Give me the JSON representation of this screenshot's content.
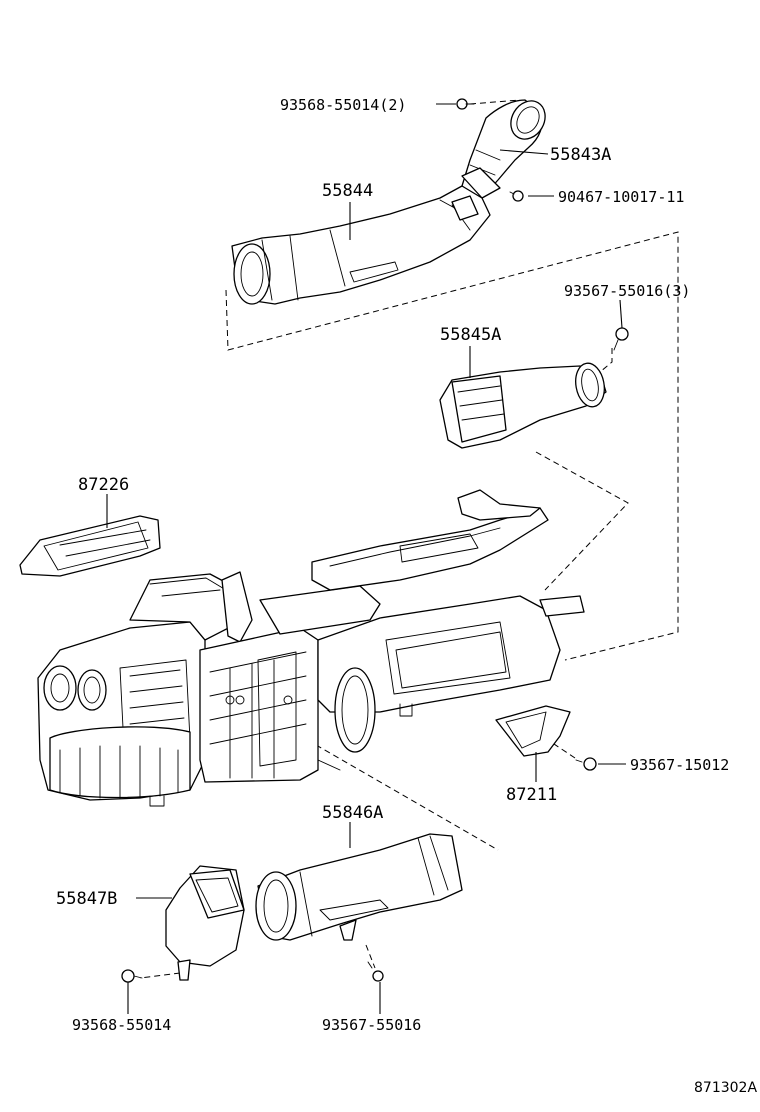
{
  "labels": {
    "bolt_top": "93568-55014(2)",
    "duct_elbow": "55843A",
    "screw_elbow": "90467-10017-11",
    "duct_upper": "55844",
    "screw_upper_right": "93567-55016(3)",
    "duct_center": "55845A",
    "filter": "87226",
    "screw_right": "93567-15012",
    "cover_right": "87211",
    "duct_lower": "55846A",
    "duct_lower_left": "55847B",
    "bolt_lower_left": "93568-55014",
    "screw_lower": "93567-55016",
    "diagram_ref": "871302A"
  }
}
